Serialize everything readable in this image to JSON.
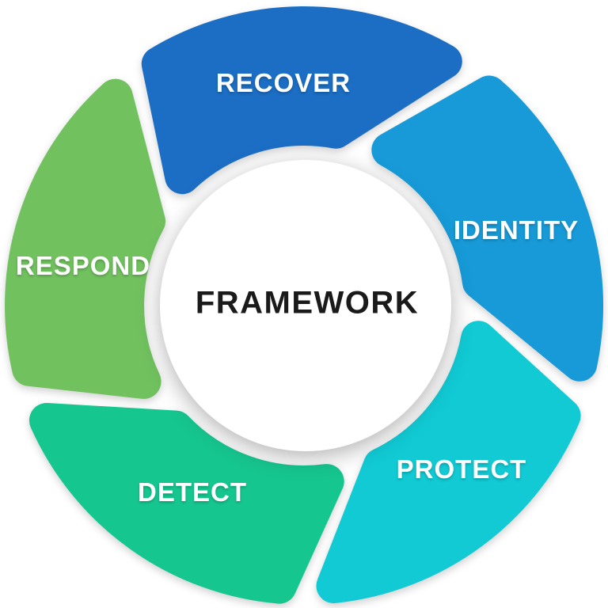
{
  "diagram": {
    "type": "cycle-diagram",
    "center": {
      "label": "FRAMEWORK",
      "background": "#ffffff",
      "text_color": "#1a1a1a"
    },
    "label_text_color": "#ffffff"
  },
  "segments": [
    {
      "id": "recover",
      "label": "RECOVER",
      "color": "#1b6ec4",
      "position": "top"
    },
    {
      "id": "identity",
      "label": "IDENTITY",
      "color": "#179ad7",
      "position": "upper-right"
    },
    {
      "id": "protect",
      "label": "PROTECT",
      "color": "#11cad4",
      "position": "lower-right"
    },
    {
      "id": "detect",
      "label": "DETECT",
      "color": "#16c68f",
      "position": "lower-left"
    },
    {
      "id": "respond",
      "label": "RESPOND",
      "color": "#71c15f",
      "position": "left"
    }
  ]
}
